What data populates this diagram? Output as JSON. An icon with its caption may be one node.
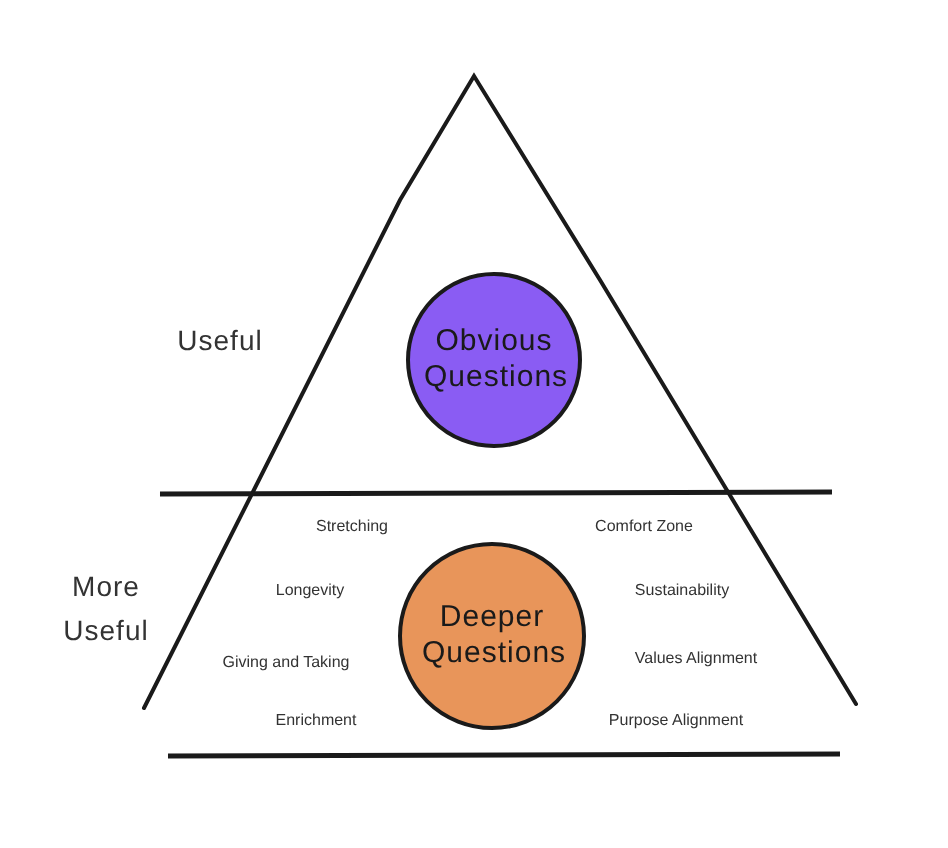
{
  "diagram": {
    "nodes": [
      {
        "text": [
          "Obvious Questions"
        ]
      },
      {
        "text": [
          "Deeper Questions"
        ]
      }
    ],
    "labels": [
      "Useful",
      "More Useful",
      "Stretching",
      "Comfort Zone",
      "Longevity",
      "Sustainability",
      "Giving and Taking",
      "Values Alignment",
      "Enrichment",
      "Purpose Alignment"
    ]
  }
}
